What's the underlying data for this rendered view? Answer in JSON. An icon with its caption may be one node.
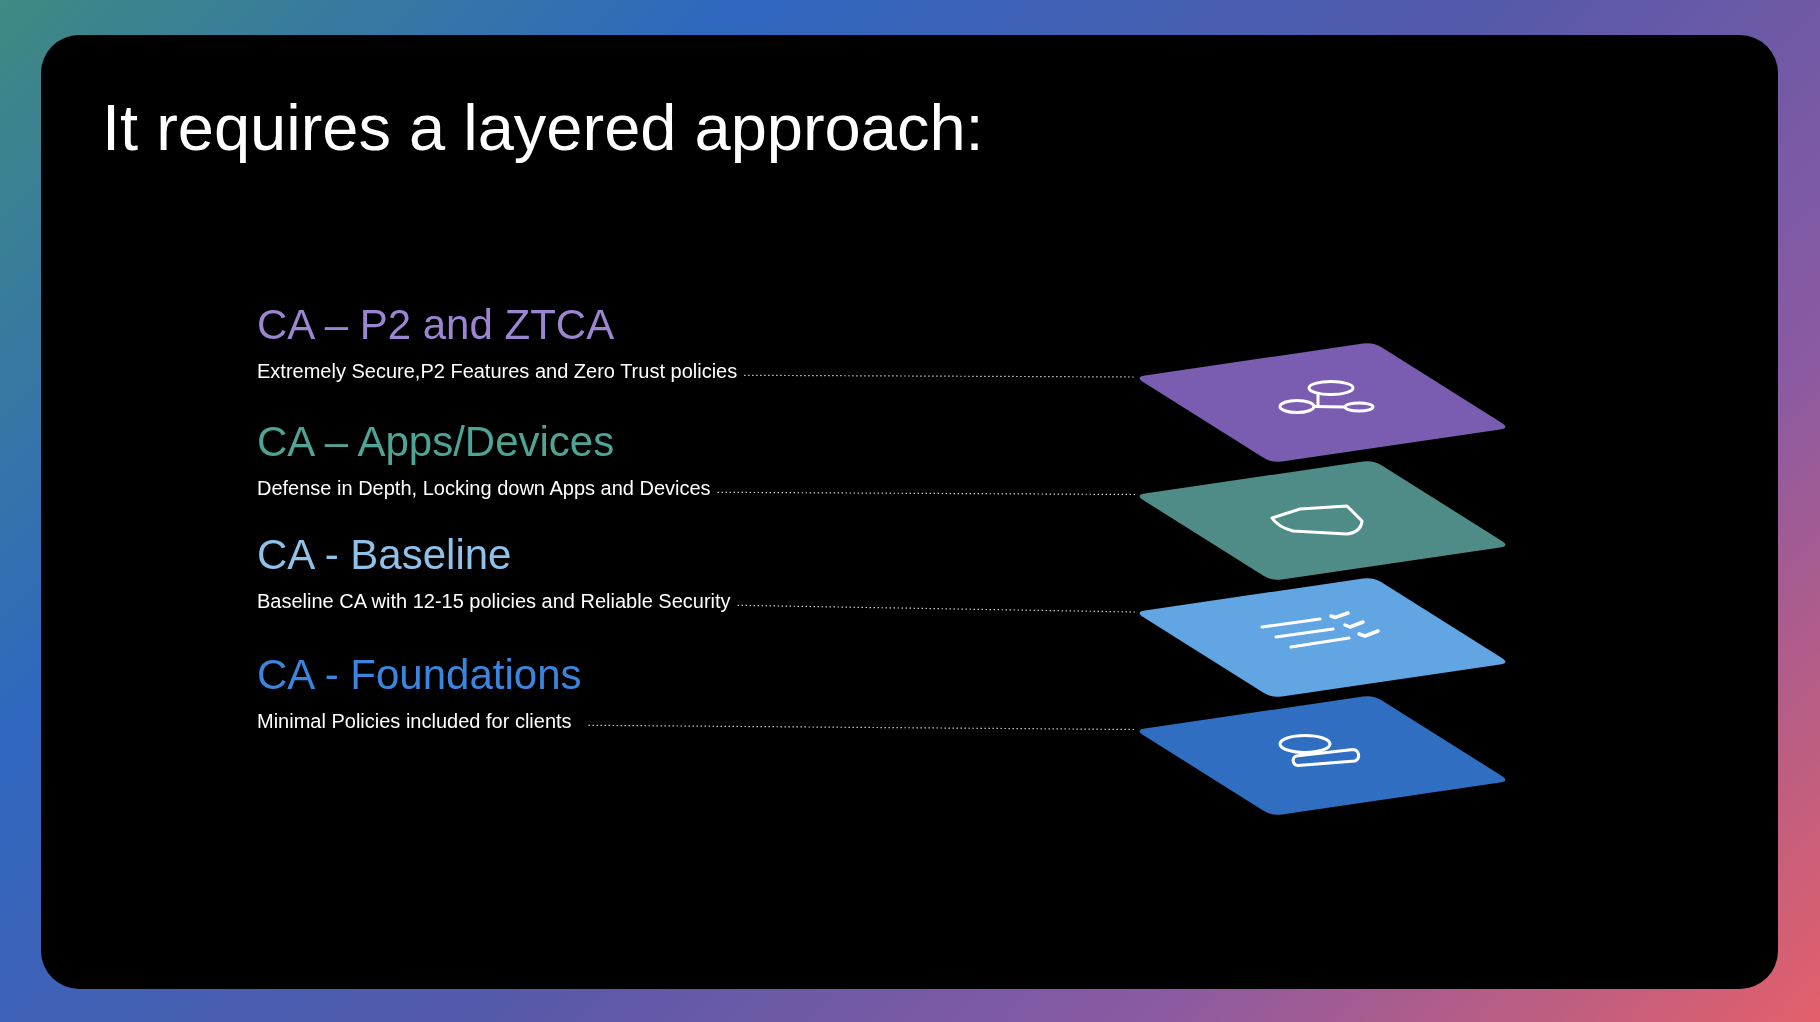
{
  "diagram": {
    "title": "It requires a layered approach:",
    "nodes": [
      {
        "text": [
          "CA – P2 and ZTCA",
          "Extremely Secure,P2 Features and Zero Trust policies"
        ]
      },
      {
        "text": [],
        "shape": "diamond"
      },
      {
        "text": [
          "CA – Apps/Devices",
          "Defense in Depth, Locking down Apps and Devices"
        ]
      },
      {
        "text": [],
        "shape": "diamond"
      },
      {
        "text": [
          "CA - Baseline",
          "Baseline CA with 12-15 policies and Reliable Security"
        ]
      },
      {
        "text": [],
        "shape": "diamond"
      },
      {
        "text": [
          "CA - Foundations",
          "Minimal Policies included for clients"
        ]
      },
      {
        "text": [],
        "shape": "diamond"
      }
    ],
    "edges": [
      {
        "from": 0,
        "to": 1,
        "arrow": "none",
        "style": "dashed"
      },
      {
        "from": 2,
        "to": 3,
        "arrow": "none",
        "style": "dashed"
      },
      {
        "from": 4,
        "to": 5,
        "arrow": "none",
        "style": "dashed"
      },
      {
        "from": 6,
        "to": 7,
        "arrow": "none",
        "style": "dashed"
      }
    ]
  }
}
